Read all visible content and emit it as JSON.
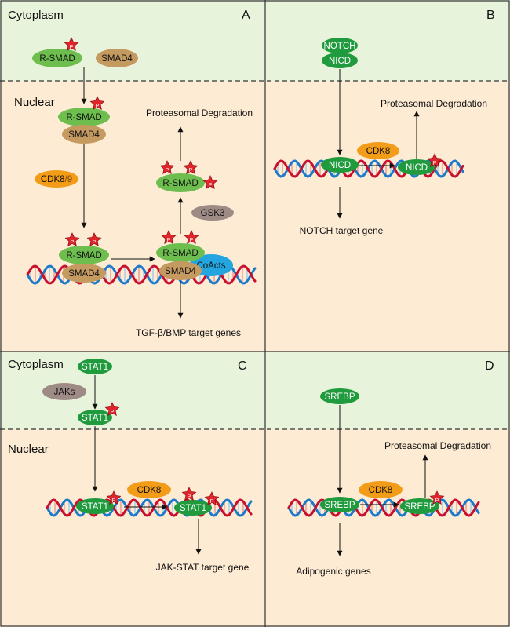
{
  "panels": {
    "A": {
      "letter": "A",
      "cytoplasm": "Cytoplasm",
      "nuclear": "Nuclear"
    },
    "B": {
      "letter": "B"
    },
    "C": {
      "letter": "C",
      "cytoplasm": "Cytoplasm",
      "nuclear": "Nuclear"
    },
    "D": {
      "letter": "D"
    }
  },
  "labels": {
    "r_smad": "R-SMAD",
    "smad4": "SMAD4",
    "cdk8_9": "CDK8",
    "cdk8_9_suffix": "/9",
    "gsk3": "GSK3",
    "coacts": "CoActs",
    "proteasomal": "Proteasomal Degradation",
    "tgf_target": "TGF-β/BMP target genes",
    "notch": "NOTCH",
    "nicd": "NICD",
    "cdk8": "CDK8",
    "notch_target": "NOTCH target gene",
    "stat1": "STAT1",
    "jaks": "JAKs",
    "jak_target": "JAK-STAT target gene",
    "srebp": "SREBP",
    "adipogenic": "Adipogenic genes"
  },
  "phospho": "P",
  "colors": {
    "cyto_bg": "#e8f3db",
    "nuc_bg": "#fdebd4",
    "rsmad": "#6dbe4e",
    "smad4": "#c49a61",
    "cdk": "#f29c18",
    "gsk3": "#9e8b86",
    "coacts": "#23a6e0",
    "dark_green": "#1f9a3c",
    "star": "#e3242b",
    "dna_red": "#c8102e",
    "dna_blue": "#1b7ac9"
  }
}
